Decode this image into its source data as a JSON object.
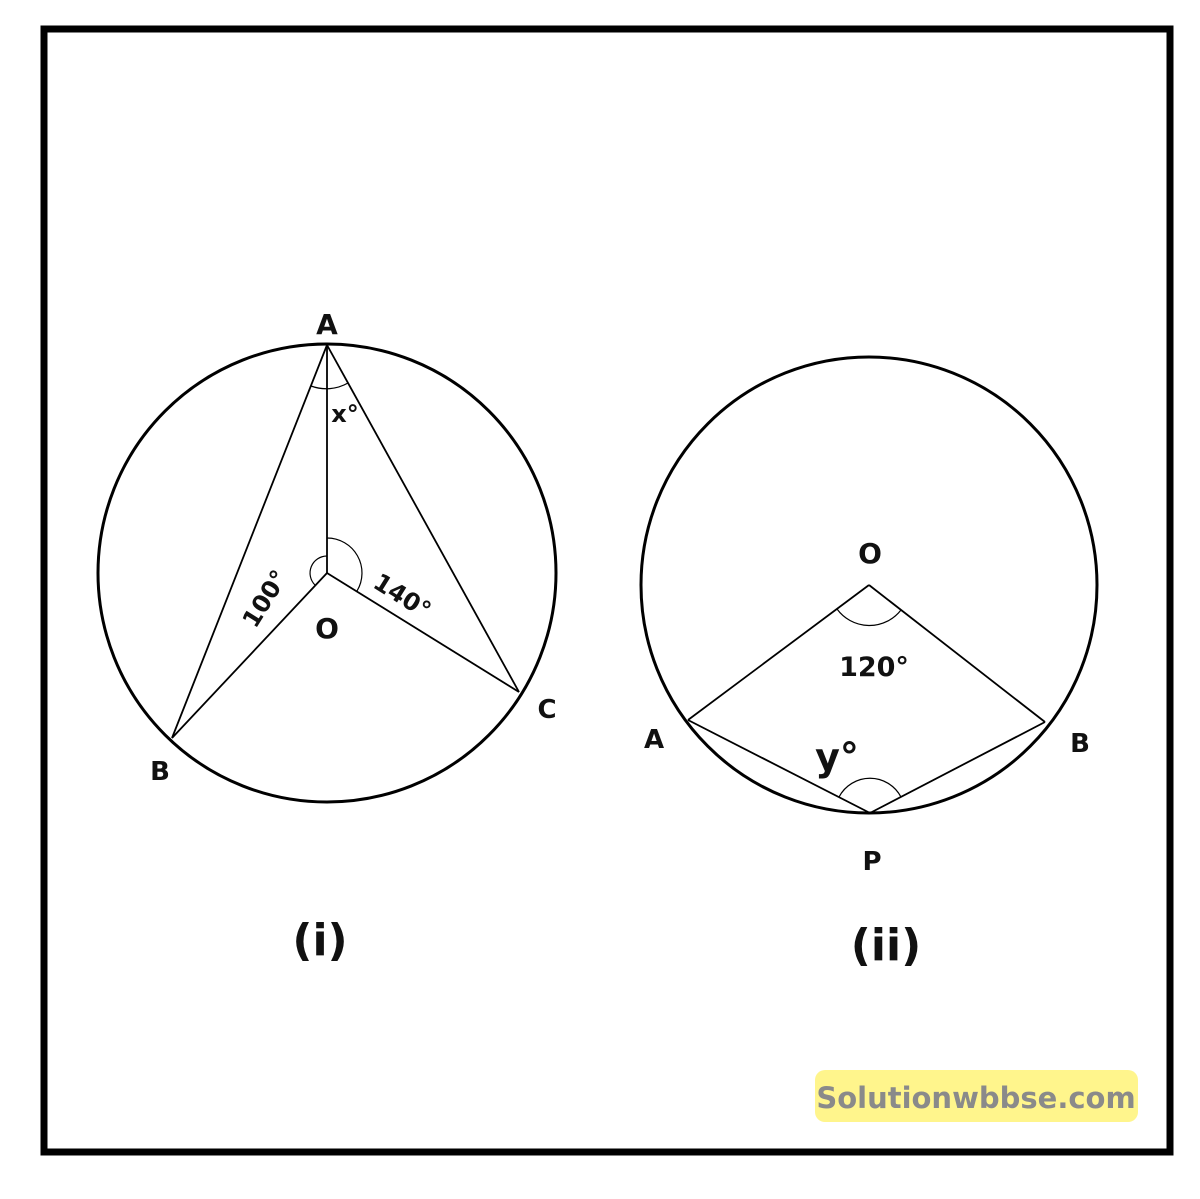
{
  "figure_i": {
    "caption": "(i)",
    "points": {
      "A": "A",
      "B": "B",
      "C": "C",
      "O": "O"
    },
    "angles": {
      "x": "x°",
      "AOB": "100°",
      "AOC": "140°"
    }
  },
  "figure_ii": {
    "caption": "(ii)",
    "points": {
      "A": "A",
      "B": "B",
      "O": "O",
      "P": "P"
    },
    "angles": {
      "AOB": "120°",
      "y": "y°"
    }
  },
  "watermark": {
    "text": "Solutionwbbse.com",
    "background": "#fff58c",
    "color": "#8a8a8a"
  }
}
